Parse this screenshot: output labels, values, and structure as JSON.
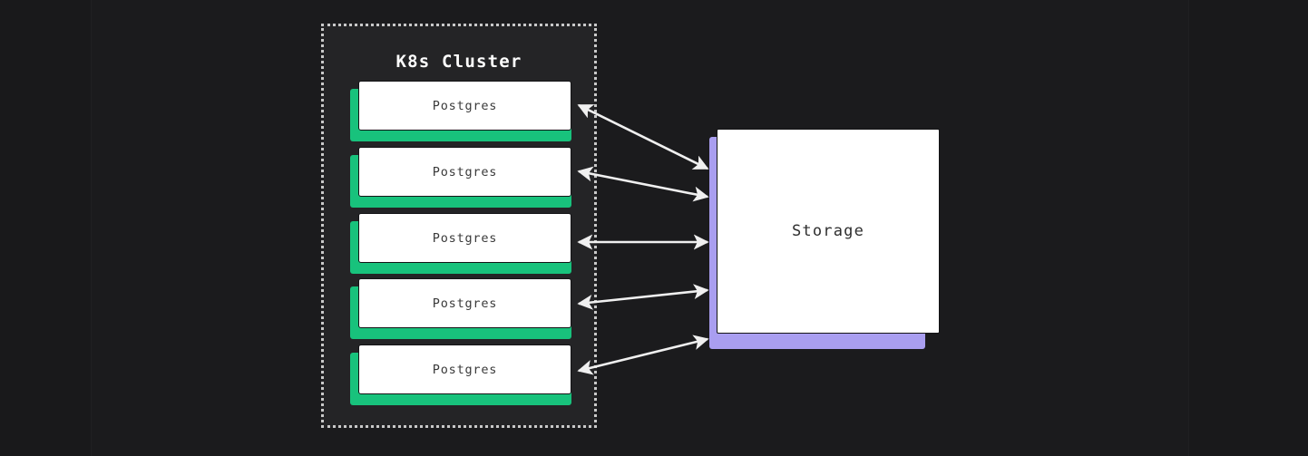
{
  "diagram": {
    "title": "K8s Cluster",
    "background_color": "#1b1b1d",
    "cluster": {
      "label": "K8s Cluster",
      "border_style": "dotted",
      "border_color": "#c9c9c9",
      "fill_color": "#242426",
      "nodes": [
        {
          "label": "Postgres",
          "accent_color": "#18c27c"
        },
        {
          "label": "Postgres",
          "accent_color": "#18c27c"
        },
        {
          "label": "Postgres",
          "accent_color": "#18c27c"
        },
        {
          "label": "Postgres",
          "accent_color": "#18c27c"
        },
        {
          "label": "Postgres",
          "accent_color": "#18c27c"
        }
      ]
    },
    "storage": {
      "label": "Storage",
      "accent_color": "#a99ef0",
      "fill_color": "#ffffff"
    },
    "connections": [
      {
        "from": "Postgres 1",
        "to": "Storage",
        "direction": "bidirectional",
        "arrow_color": "#f0f0f0"
      },
      {
        "from": "Postgres 2",
        "to": "Storage",
        "direction": "bidirectional",
        "arrow_color": "#f0f0f0"
      },
      {
        "from": "Postgres 3",
        "to": "Storage",
        "direction": "bidirectional",
        "arrow_color": "#f0f0f0"
      },
      {
        "from": "Postgres 4",
        "to": "Storage",
        "direction": "bidirectional",
        "arrow_color": "#f0f0f0"
      },
      {
        "from": "Postgres 5",
        "to": "Storage",
        "direction": "bidirectional",
        "arrow_color": "#f0f0f0"
      }
    ]
  }
}
